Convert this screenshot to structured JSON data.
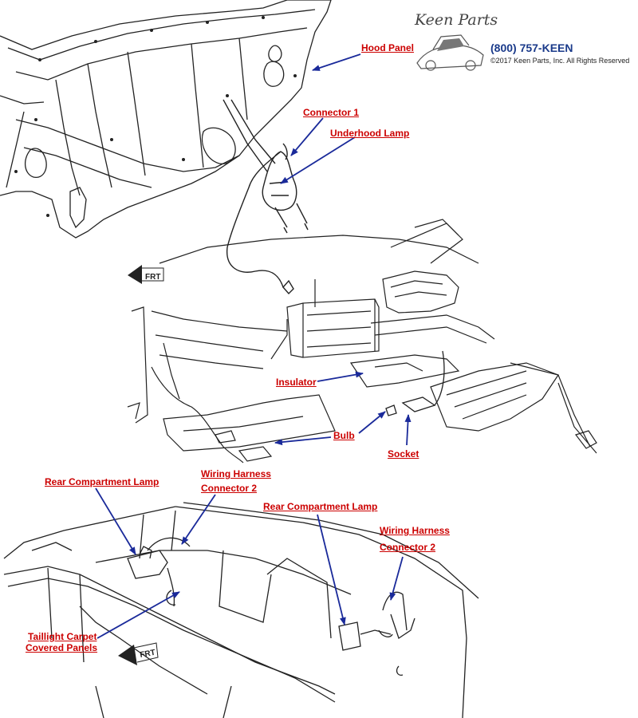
{
  "brand": {
    "logo_text": "Keen Parts",
    "phone": "(800) 757-KEEN",
    "copyright": "©2017 Keen Parts, Inc. All Rights Reserved"
  },
  "labels": {
    "hood_panel": "Hood Panel",
    "connector_1": "Connector 1",
    "underhood_lamp": "Underhood Lamp",
    "insulator": "Insulator",
    "bulb": "Bulb",
    "socket": "Socket",
    "rear_lamp_left": "Rear Compartment Lamp",
    "wiring_harness_left_1": "Wiring Harness",
    "wiring_harness_left_2": "Connector 2",
    "rear_lamp_right": "Rear Compartment Lamp",
    "wiring_harness_right_1": "Wiring Harness",
    "wiring_harness_right_2": "Connector 2",
    "taillight_1": "Taillight Carpet",
    "taillight_2": "Covered Panels"
  },
  "direction_marker": "FRT",
  "colors": {
    "label": "#cc0000",
    "leader": "#1a2a9a",
    "line": "#222222"
  }
}
